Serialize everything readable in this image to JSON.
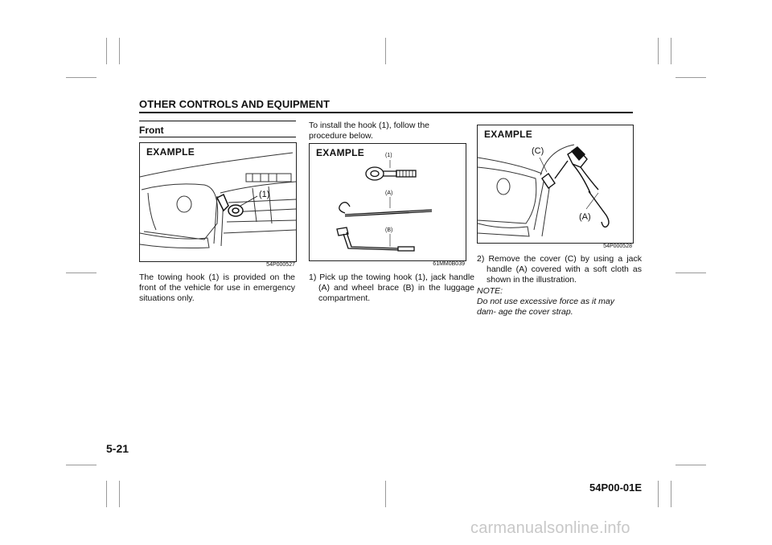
{
  "header": {
    "section_title": "OTHER CONTROLS AND EQUIPMENT"
  },
  "left_column": {
    "title": "Front",
    "figure": {
      "label": "EXAMPLE",
      "callout": "(1)",
      "code": "54P000527"
    },
    "paragraph": "The towing hook (1) is provided on the front of the vehicle for use in emergency situations only."
  },
  "middle_column": {
    "intro": "To install the hook (1), follow the procedure below.",
    "figure": {
      "label": "EXAMPLE",
      "callouts": [
        "(1)",
        "(A)",
        "(B)"
      ],
      "code": "61MM0B039"
    },
    "step1": "1) Pick up the towing hook (1), jack handle (A) and wheel brace (B) in the luggage compartment."
  },
  "right_column": {
    "figure": {
      "label": "EXAMPLE",
      "callouts": [
        "(C)",
        "(A)"
      ],
      "code": "54P000528"
    },
    "step2": "2) Remove the cover (C) by using a jack handle (A) covered with a soft cloth as shown in the illustration.",
    "note_label": "NOTE:",
    "note_text": "Do not use excessive force as it may dam- age the cover strap."
  },
  "footer": {
    "page_number": "5-21",
    "doc_code": "54P00-01E"
  },
  "watermark": "carmanualsonline.info"
}
